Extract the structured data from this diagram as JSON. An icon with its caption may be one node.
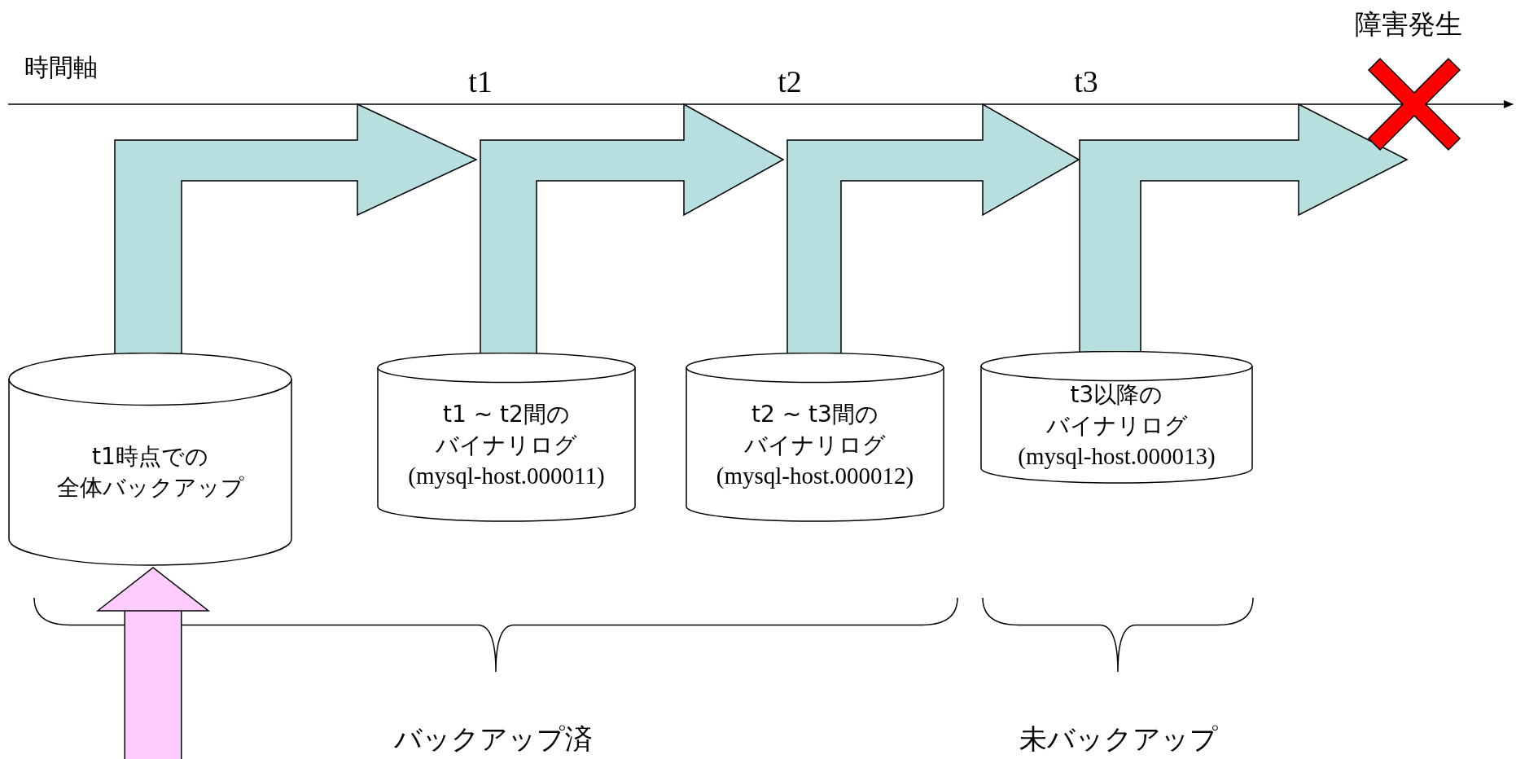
{
  "diagram": {
    "nodes": [
      {
        "text": [
          "t1時点での全体バックアップ"
        ]
      },
      {
        "text": [
          "t1 ~ t2間のバイナリログ",
          "(mysql-host.000011)"
        ]
      },
      {
        "text": [
          "t2 ~ t3間のバイナリログ",
          "(mysql-host.000012)"
        ]
      },
      {
        "text": [
          "t3以降のバイナリログ",
          "(mysql-host.000013)"
        ]
      },
      {
        "text": [
          "障害発生"
        ]
      }
    ],
    "edges": [
      {
        "from": 0,
        "to": null,
        "arrow": "to"
      },
      {
        "from": 1,
        "to": null,
        "arrow": "to"
      },
      {
        "from": 2,
        "to": null,
        "arrow": "to"
      },
      {
        "from": 3,
        "to": 4,
        "arrow": "to"
      },
      {
        "from": null,
        "to": 0,
        "arrow": "to",
        "color": "#ffccff"
      }
    ],
    "labels": [
      "時間軸",
      "t1",
      "t2",
      "t3",
      "バックアップ済",
      "未バックアップ"
    ]
  }
}
